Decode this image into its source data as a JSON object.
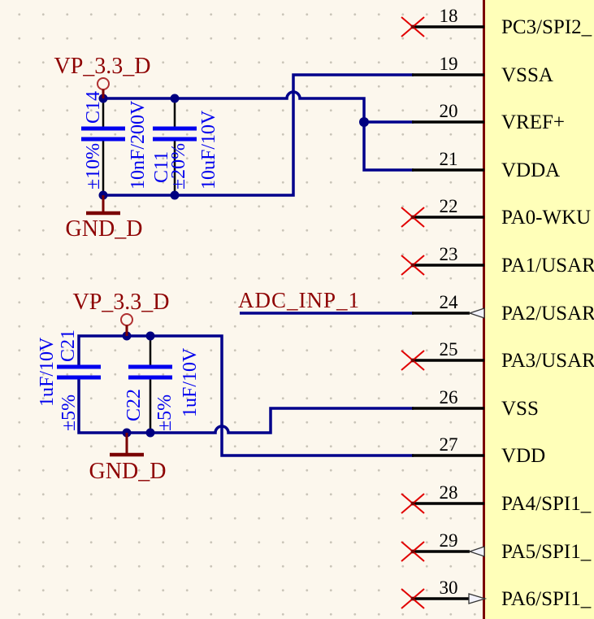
{
  "schematic": {
    "power_ports": {
      "vp_top": "VP_3.3_D",
      "gnd_top": "GND_D",
      "vp_bottom": "VP_3.3_D",
      "gnd_bottom": "GND_D"
    },
    "net_labels": {
      "adc": "ADC_INP_1"
    },
    "capacitors": [
      {
        "ref": "C14",
        "tolerance": "±10%",
        "value": "10nF/200V"
      },
      {
        "ref": "C11",
        "tolerance": "±20%",
        "value": "10uF/10V"
      },
      {
        "ref": "C21",
        "tolerance": "±5%",
        "value": "1uF/10V"
      },
      {
        "ref": "C22",
        "tolerance": "±5%",
        "value": "1uF/10V"
      }
    ],
    "ic": {
      "pins": [
        {
          "number": "18",
          "name": "PC3/SPI2_"
        },
        {
          "number": "19",
          "name": "VSSA"
        },
        {
          "number": "20",
          "name": "VREF+"
        },
        {
          "number": "21",
          "name": "VDDA"
        },
        {
          "number": "22",
          "name": "PA0-WKU"
        },
        {
          "number": "23",
          "name": "PA1/USAR"
        },
        {
          "number": "24",
          "name": "PA2/USAR"
        },
        {
          "number": "25",
          "name": "PA3/USAR"
        },
        {
          "number": "26",
          "name": "VSS"
        },
        {
          "number": "27",
          "name": "VDD"
        },
        {
          "number": "28",
          "name": "PA4/SPI1_"
        },
        {
          "number": "29",
          "name": "PA5/SPI1_"
        },
        {
          "number": "30",
          "name": "PA6/SPI1_"
        }
      ]
    },
    "colors": {
      "background": "#FCF7ED",
      "wire": "#00008B",
      "capacitor": "#0000EE",
      "power_text": "#8E0202",
      "ic_fill": "#FFFFB9",
      "ic_border": "#7A0000",
      "pin": "#000000",
      "no_erc_cross": "#E10000"
    }
  }
}
